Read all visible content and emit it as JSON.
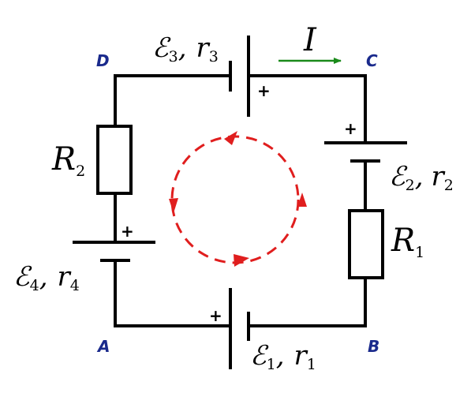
{
  "nodes": {
    "A": "A",
    "B": "B",
    "C": "C",
    "D": "D"
  },
  "plus": "+",
  "current": {
    "symbol": "I",
    "color": "#1a8a1a"
  },
  "sources": {
    "e1": {
      "emf": "ℰ",
      "emf_sub": "1",
      "sep": ",",
      "r": "r",
      "r_sub": "1"
    },
    "e2": {
      "emf": "ℰ",
      "emf_sub": "2",
      "sep": ",",
      "r": "r",
      "r_sub": "2"
    },
    "e3": {
      "emf": "ℰ",
      "emf_sub": "3",
      "sep": ",",
      "r": "r",
      "r_sub": "3"
    },
    "e4": {
      "emf": "ℰ",
      "emf_sub": "4",
      "sep": ",",
      "r": "r",
      "r_sub": "4"
    }
  },
  "resistors": {
    "R1": {
      "symbol": "R",
      "sub": "1"
    },
    "R2": {
      "symbol": "R",
      "sub": "2"
    }
  },
  "colors": {
    "wire": "#000000",
    "node_label": "#1a2a8c",
    "loop": "#e01e1e",
    "current_arrow": "#1a8a1a"
  }
}
